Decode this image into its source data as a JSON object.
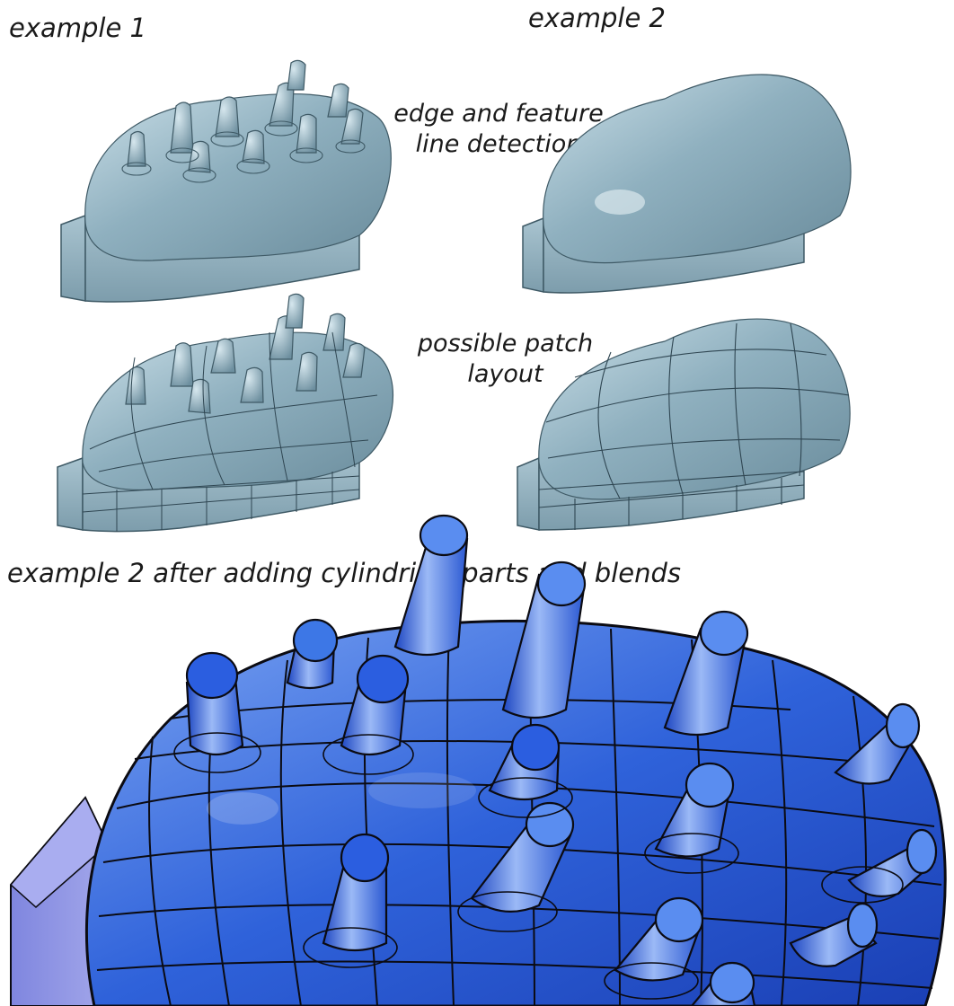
{
  "labels": {
    "example1": "example 1",
    "example2": "example 2",
    "edge_detection": "edge and feature line detection",
    "patch_layout": "possible patch layout",
    "bottom_caption": "example 2 after adding cylindrical parts and blends"
  },
  "colors": {
    "model_top": "#7c9eae",
    "model_light": "#b9d2dd",
    "model_side": "#95b2bf",
    "model_edge": "#3f5a66",
    "blend_blue": "#1f4fcf",
    "blend_light": "#6f9aee",
    "blend_cap": "#3d77e6",
    "block_lilac": "#8b8fe0",
    "curve_line": "#0b0b12"
  }
}
